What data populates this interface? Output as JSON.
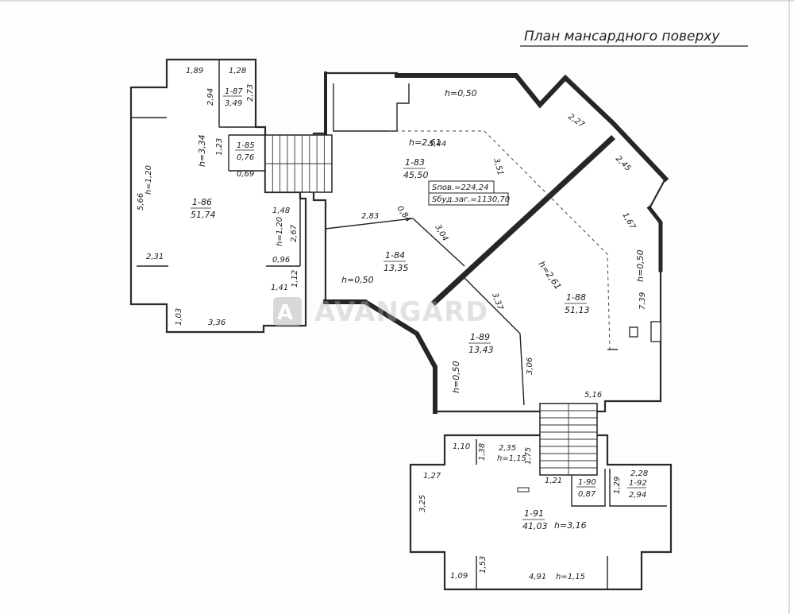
{
  "title": "План мансардного поверху",
  "watermark": "AVANGARD",
  "colors": {
    "ink": "#262626",
    "paper": "#fdfdfd",
    "watermark": "#b5b5b5"
  },
  "rooms": [
    {
      "id": "r186",
      "num": "1-86",
      "area": "51,74"
    },
    {
      "id": "r187",
      "num": "1-87",
      "area": "3,49"
    },
    {
      "id": "r185",
      "num": "1-85",
      "area": "0,76"
    },
    {
      "id": "r183",
      "num": "1-83",
      "area": "45,50"
    },
    {
      "id": "r184",
      "num": "1-84",
      "area": "13,35"
    },
    {
      "id": "r188",
      "num": "1-88",
      "area": "51,13"
    },
    {
      "id": "r189",
      "num": "1-89",
      "area": "13,43"
    },
    {
      "id": "r190",
      "num": "1-90",
      "area": "0,87"
    },
    {
      "id": "r191",
      "num": "1-91",
      "area": "41,03"
    },
    {
      "id": "r192",
      "num": "1-92",
      "area": "2,94"
    }
  ],
  "summary": {
    "s_pov": "Sпов.=224,24",
    "s_bud": "Sбуд.заг.=1130,70"
  },
  "heights": [
    "h=3,34",
    "h=1,20",
    "h=1,20",
    "h=2,61",
    "h=0,50",
    "h=0,50",
    "h=2,61",
    "h=0,50",
    "h=0,50",
    "h=1,15",
    "h=3,16",
    "h=1,15"
  ],
  "dimensions": [
    "1,89",
    "1,28",
    "2,94",
    "2,73",
    "1,23",
    "0,69",
    "5,66",
    "2,31",
    "1,48",
    "2,67",
    "0,96",
    "1,41",
    "1,12",
    "1,03",
    "3,36",
    "5,44",
    "3,51",
    "2,27",
    "2,45",
    "1,67",
    "0,84",
    "2,83",
    "3,04",
    "7,39",
    "3,37",
    "3,06",
    "5,16",
    "1,10",
    "1,38",
    "2,35",
    "1,75",
    "1,21",
    "2,28",
    "1,29",
    "1,27",
    "3,25",
    "1,53",
    "1,09",
    "4,91"
  ]
}
